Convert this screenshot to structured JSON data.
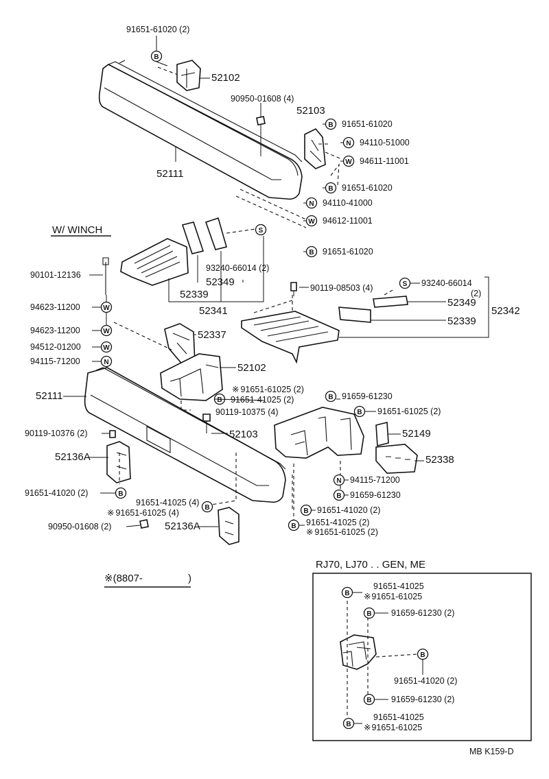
{
  "heading_winch": "W/ WINCH",
  "note_mark": "※(8807-",
  "note_close": ")",
  "inset_title": "RJ70, LJ70 . . GEN, ME",
  "footer": "MB  K159-D",
  "symbols": {
    "B": "B",
    "N": "N",
    "W": "W",
    "S": "S"
  },
  "top": {
    "p1": "91651-61020 (2)",
    "p2": "52102",
    "p3": "90950-01608 (4)",
    "p4": "52103",
    "p5": "91651-61020",
    "p6": "94110-51000",
    "p7": "94611-11001",
    "p8": "91651-61020",
    "p9": "94110-41000",
    "p10": "94612-11001",
    "p11": "91651-61020",
    "p12": "52111"
  },
  "winch": {
    "w1": "90101-12136",
    "w2": "94623-11200",
    "w3": "94623-11200",
    "w4": "94512-01200",
    "w5": "94115-71200",
    "w6": "93240-66014 (2)",
    "w7": "52349",
    "w8": "52339",
    "w9": "52341",
    "w10": "90119-08503 (4)",
    "w11": "93240-66014",
    "w12": "(2)",
    "w13": "52349",
    "w14": "52339",
    "w15": "52342",
    "w16": "52337",
    "w17": "52102"
  },
  "lower": {
    "l1": "52111",
    "l2": "91651-61025 (2)",
    "l3": "91651-41025 (2)",
    "l4": "91659-61230",
    "l5": "90119-10375 (4)",
    "l6": "91651-61025 (2)",
    "l7": "52103",
    "l8": "52149",
    "l9": "90119-10376 (2)",
    "l10": "52338",
    "l11": "52136A",
    "l12": "94115-71200",
    "l13": "91659-61230",
    "l14": "91651-41020 (2)",
    "l15": "91651-41025 (4)",
    "l16": "91651-61025 (4)",
    "l17": "91651-41020 (2)",
    "l18": "90950-01608 (2)",
    "l19": "52136A",
    "l20": "91651-41025 (2)",
    "l21": "91651-61025 (2)"
  },
  "inset": {
    "i1": "91651-41025",
    "i2": "91651-61025",
    "i3": "91659-61230 (2)",
    "i4": "91651-41020 (2)",
    "i5": "91659-61230 (2)",
    "i6": "91651-41025",
    "i7": "91651-61025"
  },
  "star": "※"
}
